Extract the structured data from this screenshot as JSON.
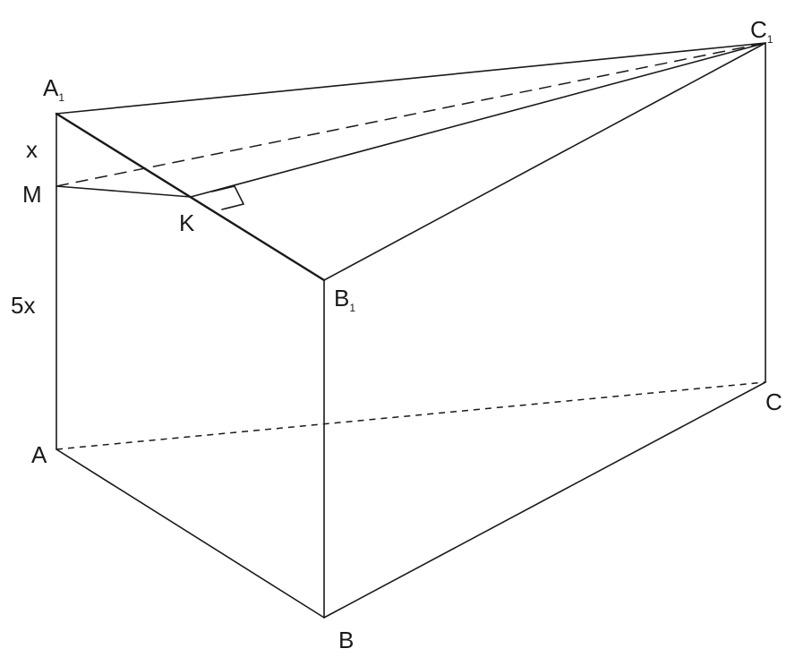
{
  "diagram": {
    "vertices": {
      "A": {
        "letter": "A",
        "index": ""
      },
      "B": {
        "letter": "B",
        "index": ""
      },
      "C": {
        "letter": "C",
        "index": ""
      },
      "A1": {
        "letter": "A",
        "index": "1"
      },
      "B1": {
        "letter": "B",
        "index": "1"
      },
      "C1": {
        "letter": "C",
        "index": "1"
      },
      "M": {
        "letter": "M",
        "index": ""
      },
      "K": {
        "letter": "K",
        "index": ""
      }
    },
    "segment_labels": {
      "A1M": "x",
      "MA": "5x"
    },
    "colors": {
      "stroke": "#1a1a1a",
      "background": "#ffffff"
    }
  }
}
